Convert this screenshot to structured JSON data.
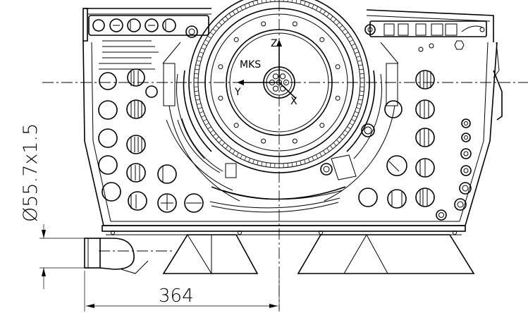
{
  "labels": {
    "coordinate_system": "MKS",
    "axis_z": "Z",
    "axis_y": "Y",
    "axis_x": "X"
  },
  "dimensions": {
    "horizontal": "364",
    "vertical": "Ø55.7x1.5"
  }
}
